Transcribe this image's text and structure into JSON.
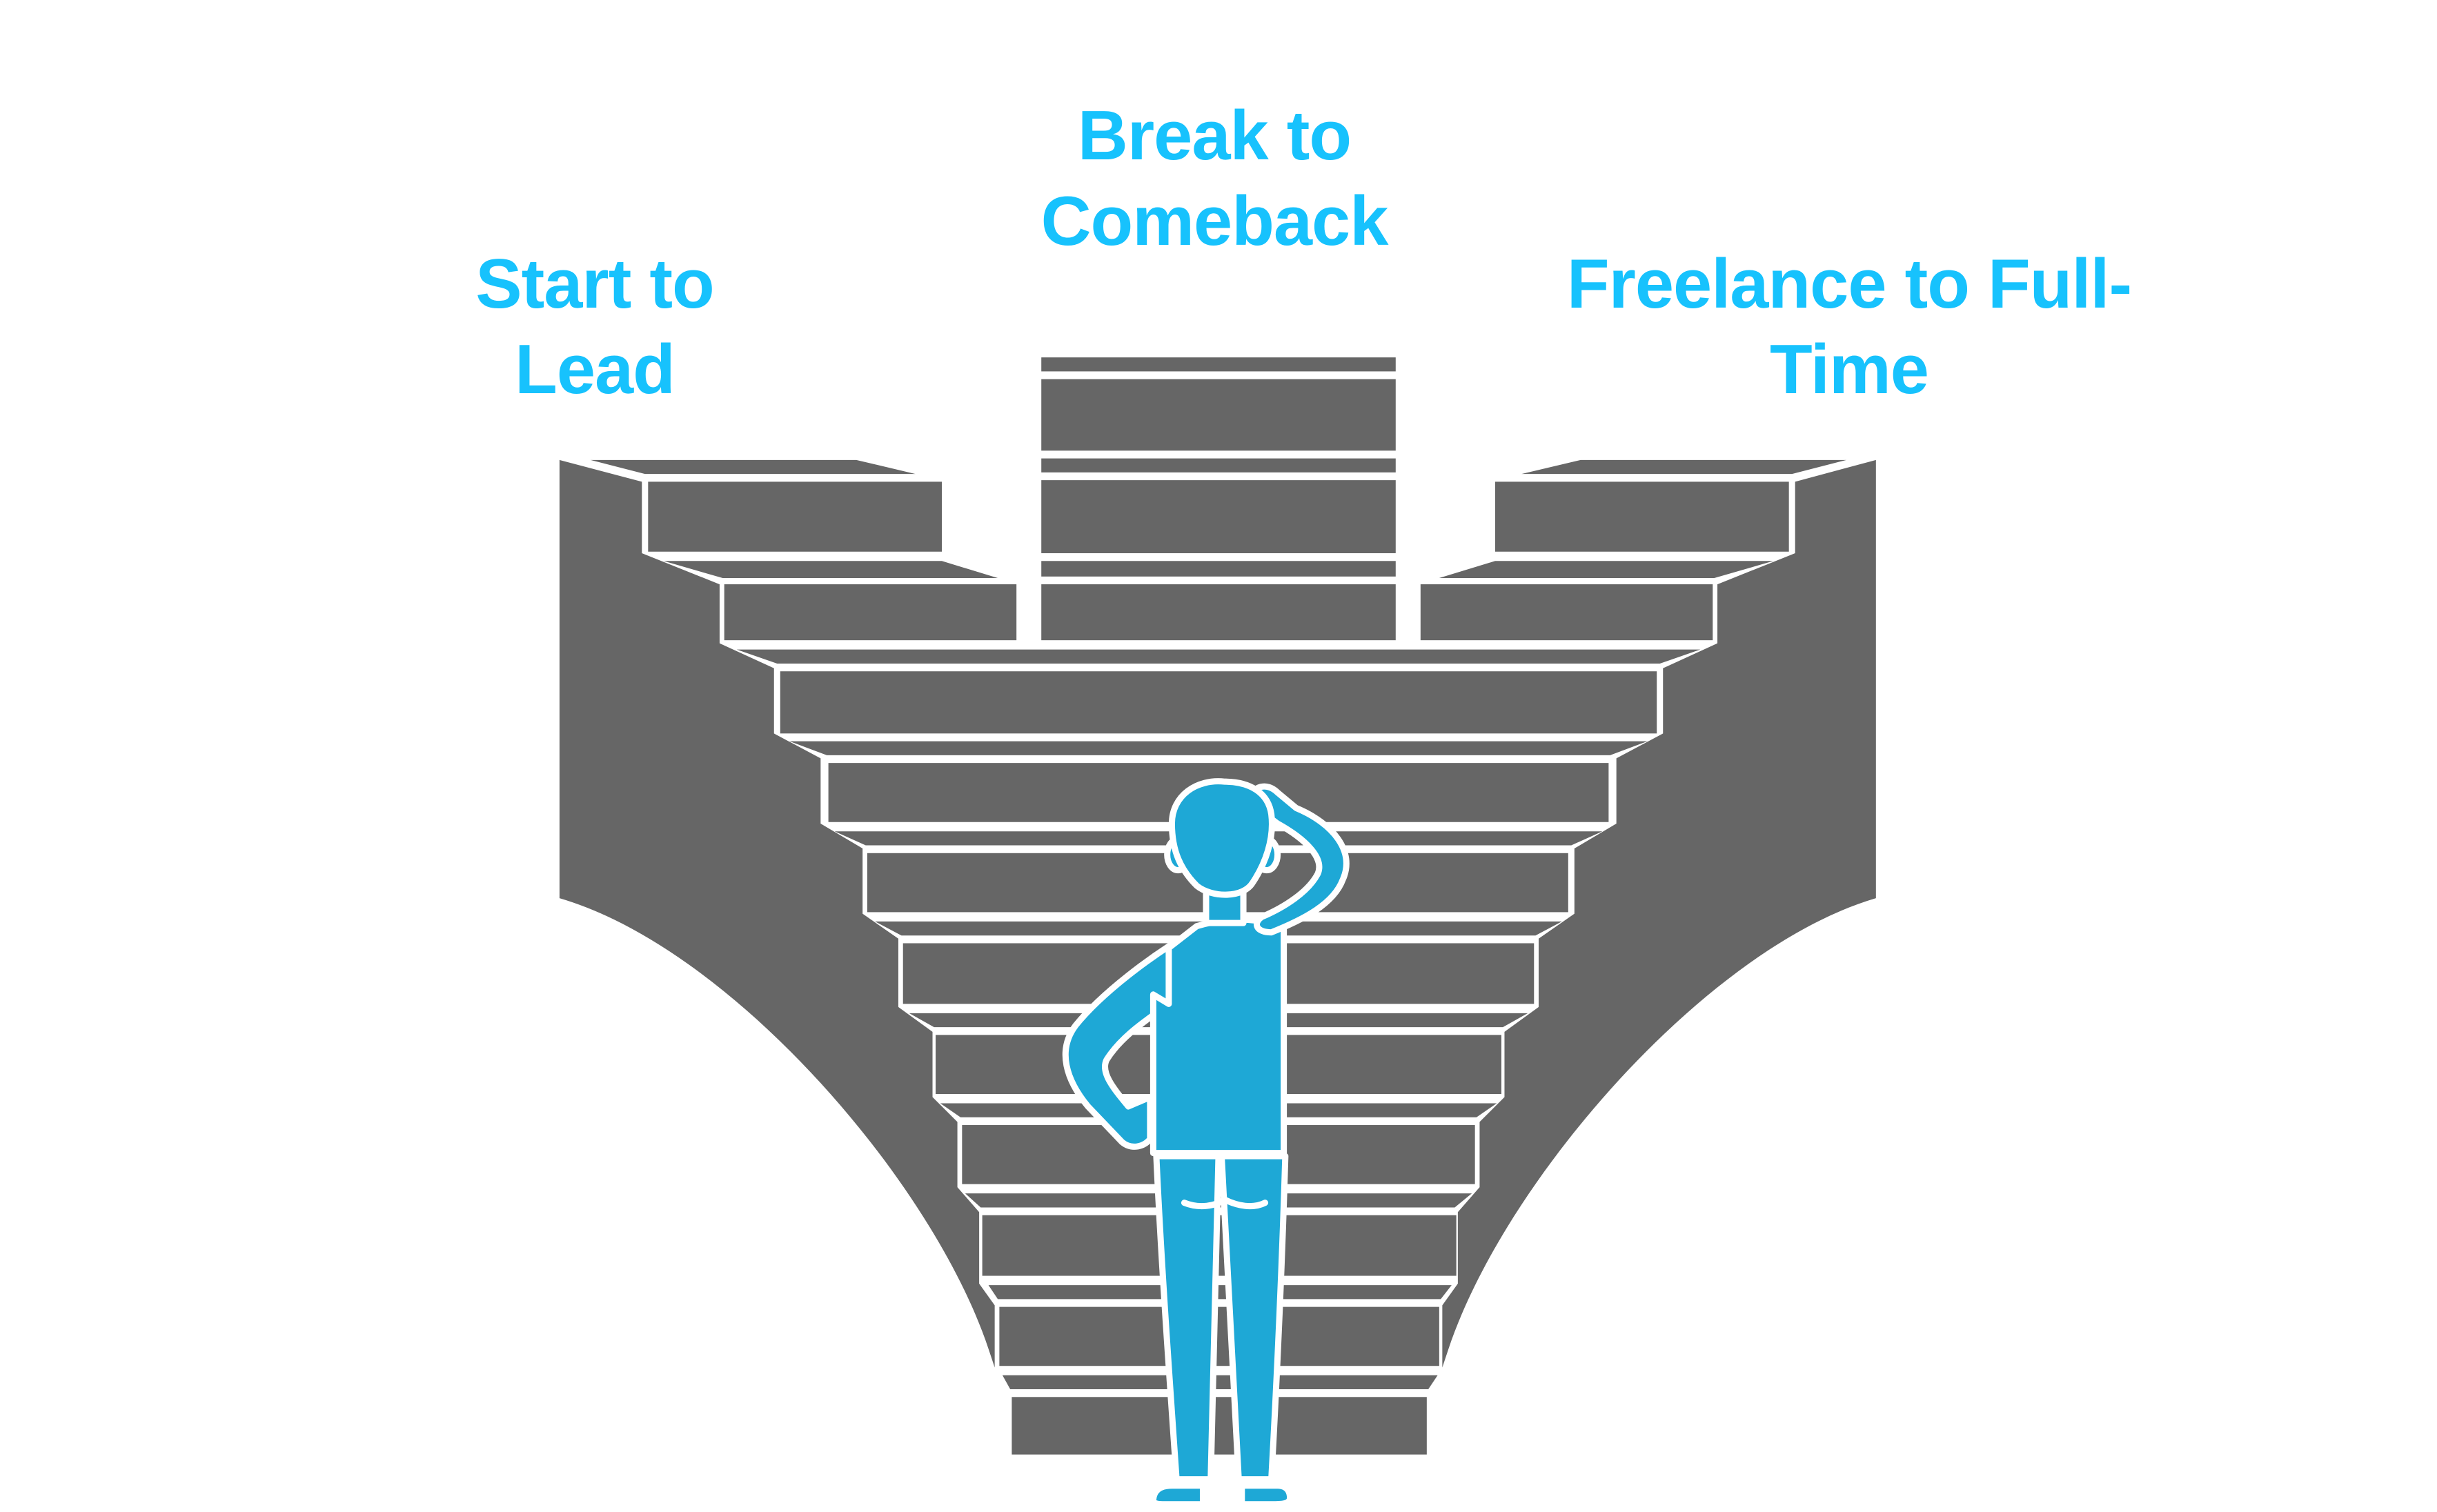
{
  "title": "Career staircase paths",
  "colors": {
    "label": "#17C2FD",
    "stairs": "#666666",
    "figure": "#1EA8D6",
    "outline": "#FFFFFF",
    "background": "#FFFFFF"
  },
  "paths": [
    {
      "id": "left",
      "line1": "Start to",
      "line2": "Lead"
    },
    {
      "id": "center",
      "line1": "Break to",
      "line2": "Comeback"
    },
    {
      "id": "right",
      "line1": "Freelance to Full-",
      "line2": "Time"
    }
  ],
  "illustration": {
    "subject": "person-scratching-head",
    "description": "A person viewed from behind stands at the base of a staircase that splits into three paths",
    "icons": [
      "staircase-icon",
      "person-icon"
    ]
  }
}
